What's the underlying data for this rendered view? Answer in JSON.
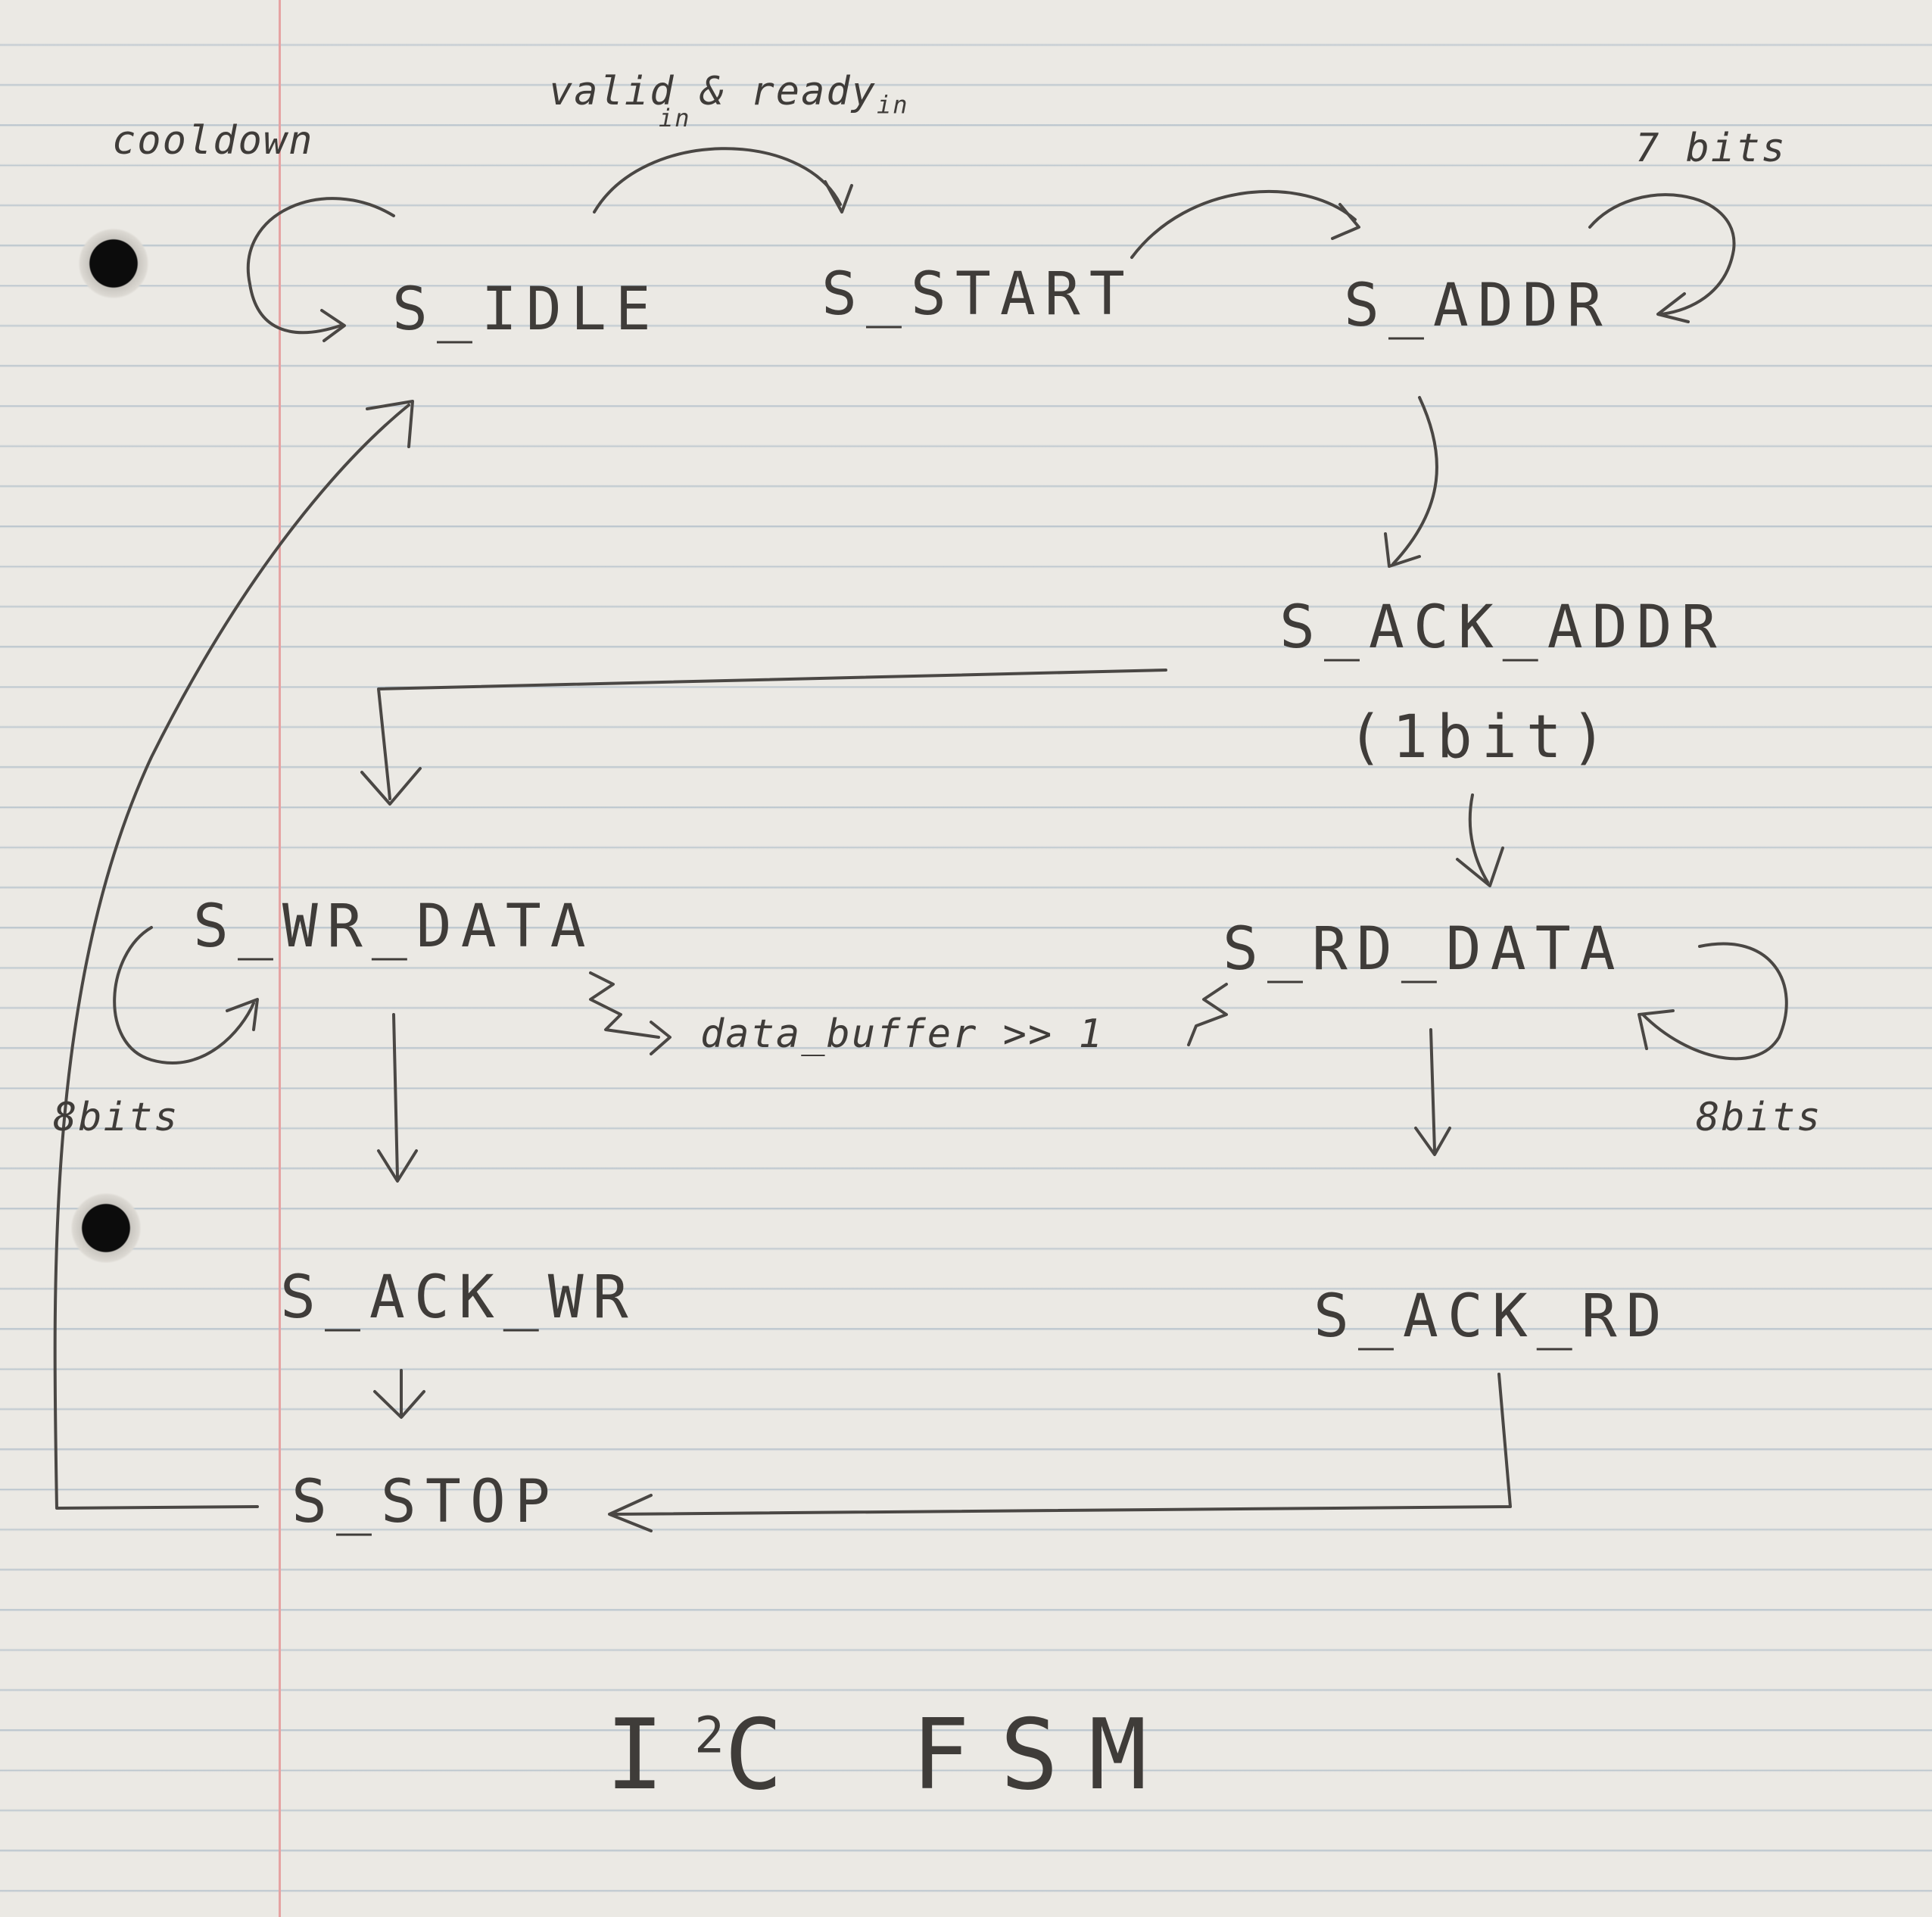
{
  "title": {
    "before_sup": "I",
    "sup": "2",
    "after_sup": "C",
    "rest": "FSM"
  },
  "states": {
    "idle": "S_IDLE",
    "start": "S_START",
    "addr": "S_ADDR",
    "ack_addr": "S_ACK_ADDR",
    "ack_addr_note": "(1bit)",
    "wr_data": "S_WR_DATA",
    "rd_data": "S_RD_DATA",
    "ack_wr": "S_ACK_WR",
    "ack_rd": "S_ACK_RD",
    "stop": "S_STOP"
  },
  "annotations": {
    "cooldown": "cooldown",
    "valid_ready": "valid & ready",
    "valid_sub": "in",
    "ready_sub": "in",
    "addr_bits": "7 bits",
    "wr_bits": "8bits",
    "rd_bits": "8bits",
    "buffer_op": "data_buffer >> 1"
  }
}
